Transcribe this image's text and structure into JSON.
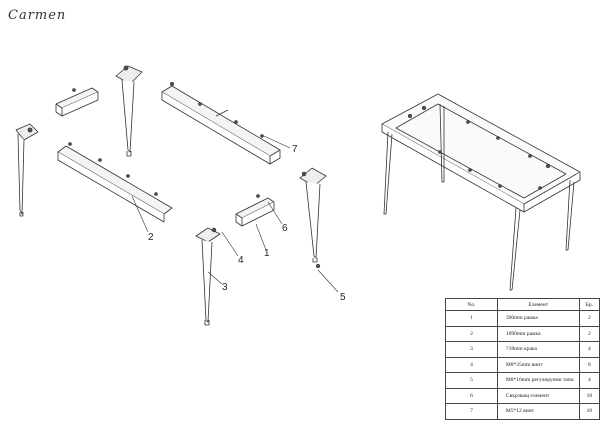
{
  "title": "Carmen",
  "callouts": [
    {
      "id": "c1",
      "label": "1"
    },
    {
      "id": "c2",
      "label": "2"
    },
    {
      "id": "c3",
      "label": "3"
    },
    {
      "id": "c4",
      "label": "4"
    },
    {
      "id": "c5",
      "label": "5"
    },
    {
      "id": "c6",
      "label": "6"
    },
    {
      "id": "c7",
      "label": "7"
    }
  ],
  "parts_table": {
    "headers": [
      "No.",
      "Елемент",
      "Бр."
    ],
    "rows": [
      {
        "no": "1",
        "desc": "390mm рамка",
        "qty": "2"
      },
      {
        "no": "2",
        "desc": "1090mm рамка",
        "qty": "2"
      },
      {
        "no": "3",
        "desc": "718mm крака",
        "qty": "4"
      },
      {
        "no": "4",
        "desc": "M8*35mm винт",
        "qty": "8"
      },
      {
        "no": "5",
        "desc": "M8*16mm регулируеми тапи",
        "qty": "4"
      },
      {
        "no": "6",
        "desc": "Свързващ елемент",
        "qty": "10"
      },
      {
        "no": "7",
        "desc": "M5*12 винт",
        "qty": "10"
      }
    ]
  }
}
